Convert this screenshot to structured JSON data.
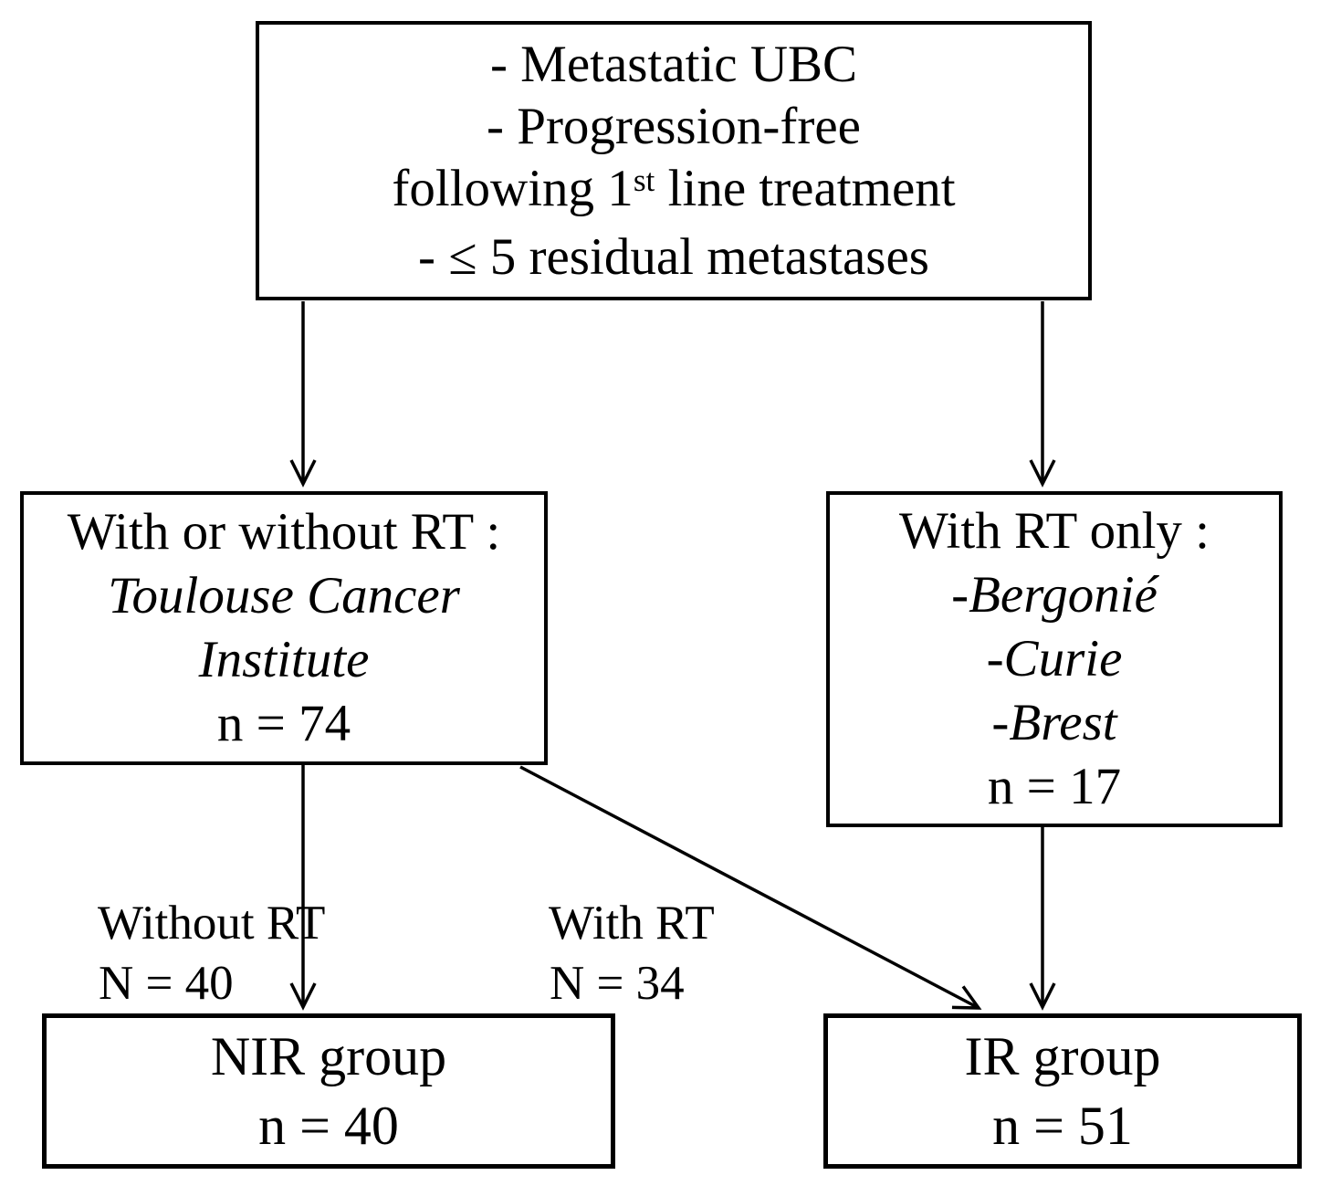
{
  "diagram": {
    "eligibility_box": {
      "line1": "- Metastatic UBC",
      "line2": "- Progression-free",
      "line3": {
        "pre": "following 1",
        "sup": "st",
        "post": " line treatment"
      },
      "line4": "- ≤ 5 residual metastases"
    },
    "toulouse_box": {
      "title": "With or without RT :",
      "subtitle_line1": "Toulouse Cancer",
      "subtitle_line2": "Institute",
      "count": "n = 74"
    },
    "rt_only_box": {
      "title": "With RT only :",
      "center1": "-Bergonié",
      "center2": "-Curie",
      "center3": "-Brest",
      "count": "n = 17"
    },
    "edge_labels": {
      "without_rt_line1": "Without RT",
      "without_rt_line2": "N = 40",
      "with_rt_line1": "With RT",
      "with_rt_line2": "N = 34"
    },
    "nir_box": {
      "title": "NIR group",
      "count": "n = 40"
    },
    "ir_box": {
      "title": "IR group",
      "count": "n = 51"
    }
  },
  "colors": {
    "ink": "#000000",
    "background": "#ffffff"
  }
}
